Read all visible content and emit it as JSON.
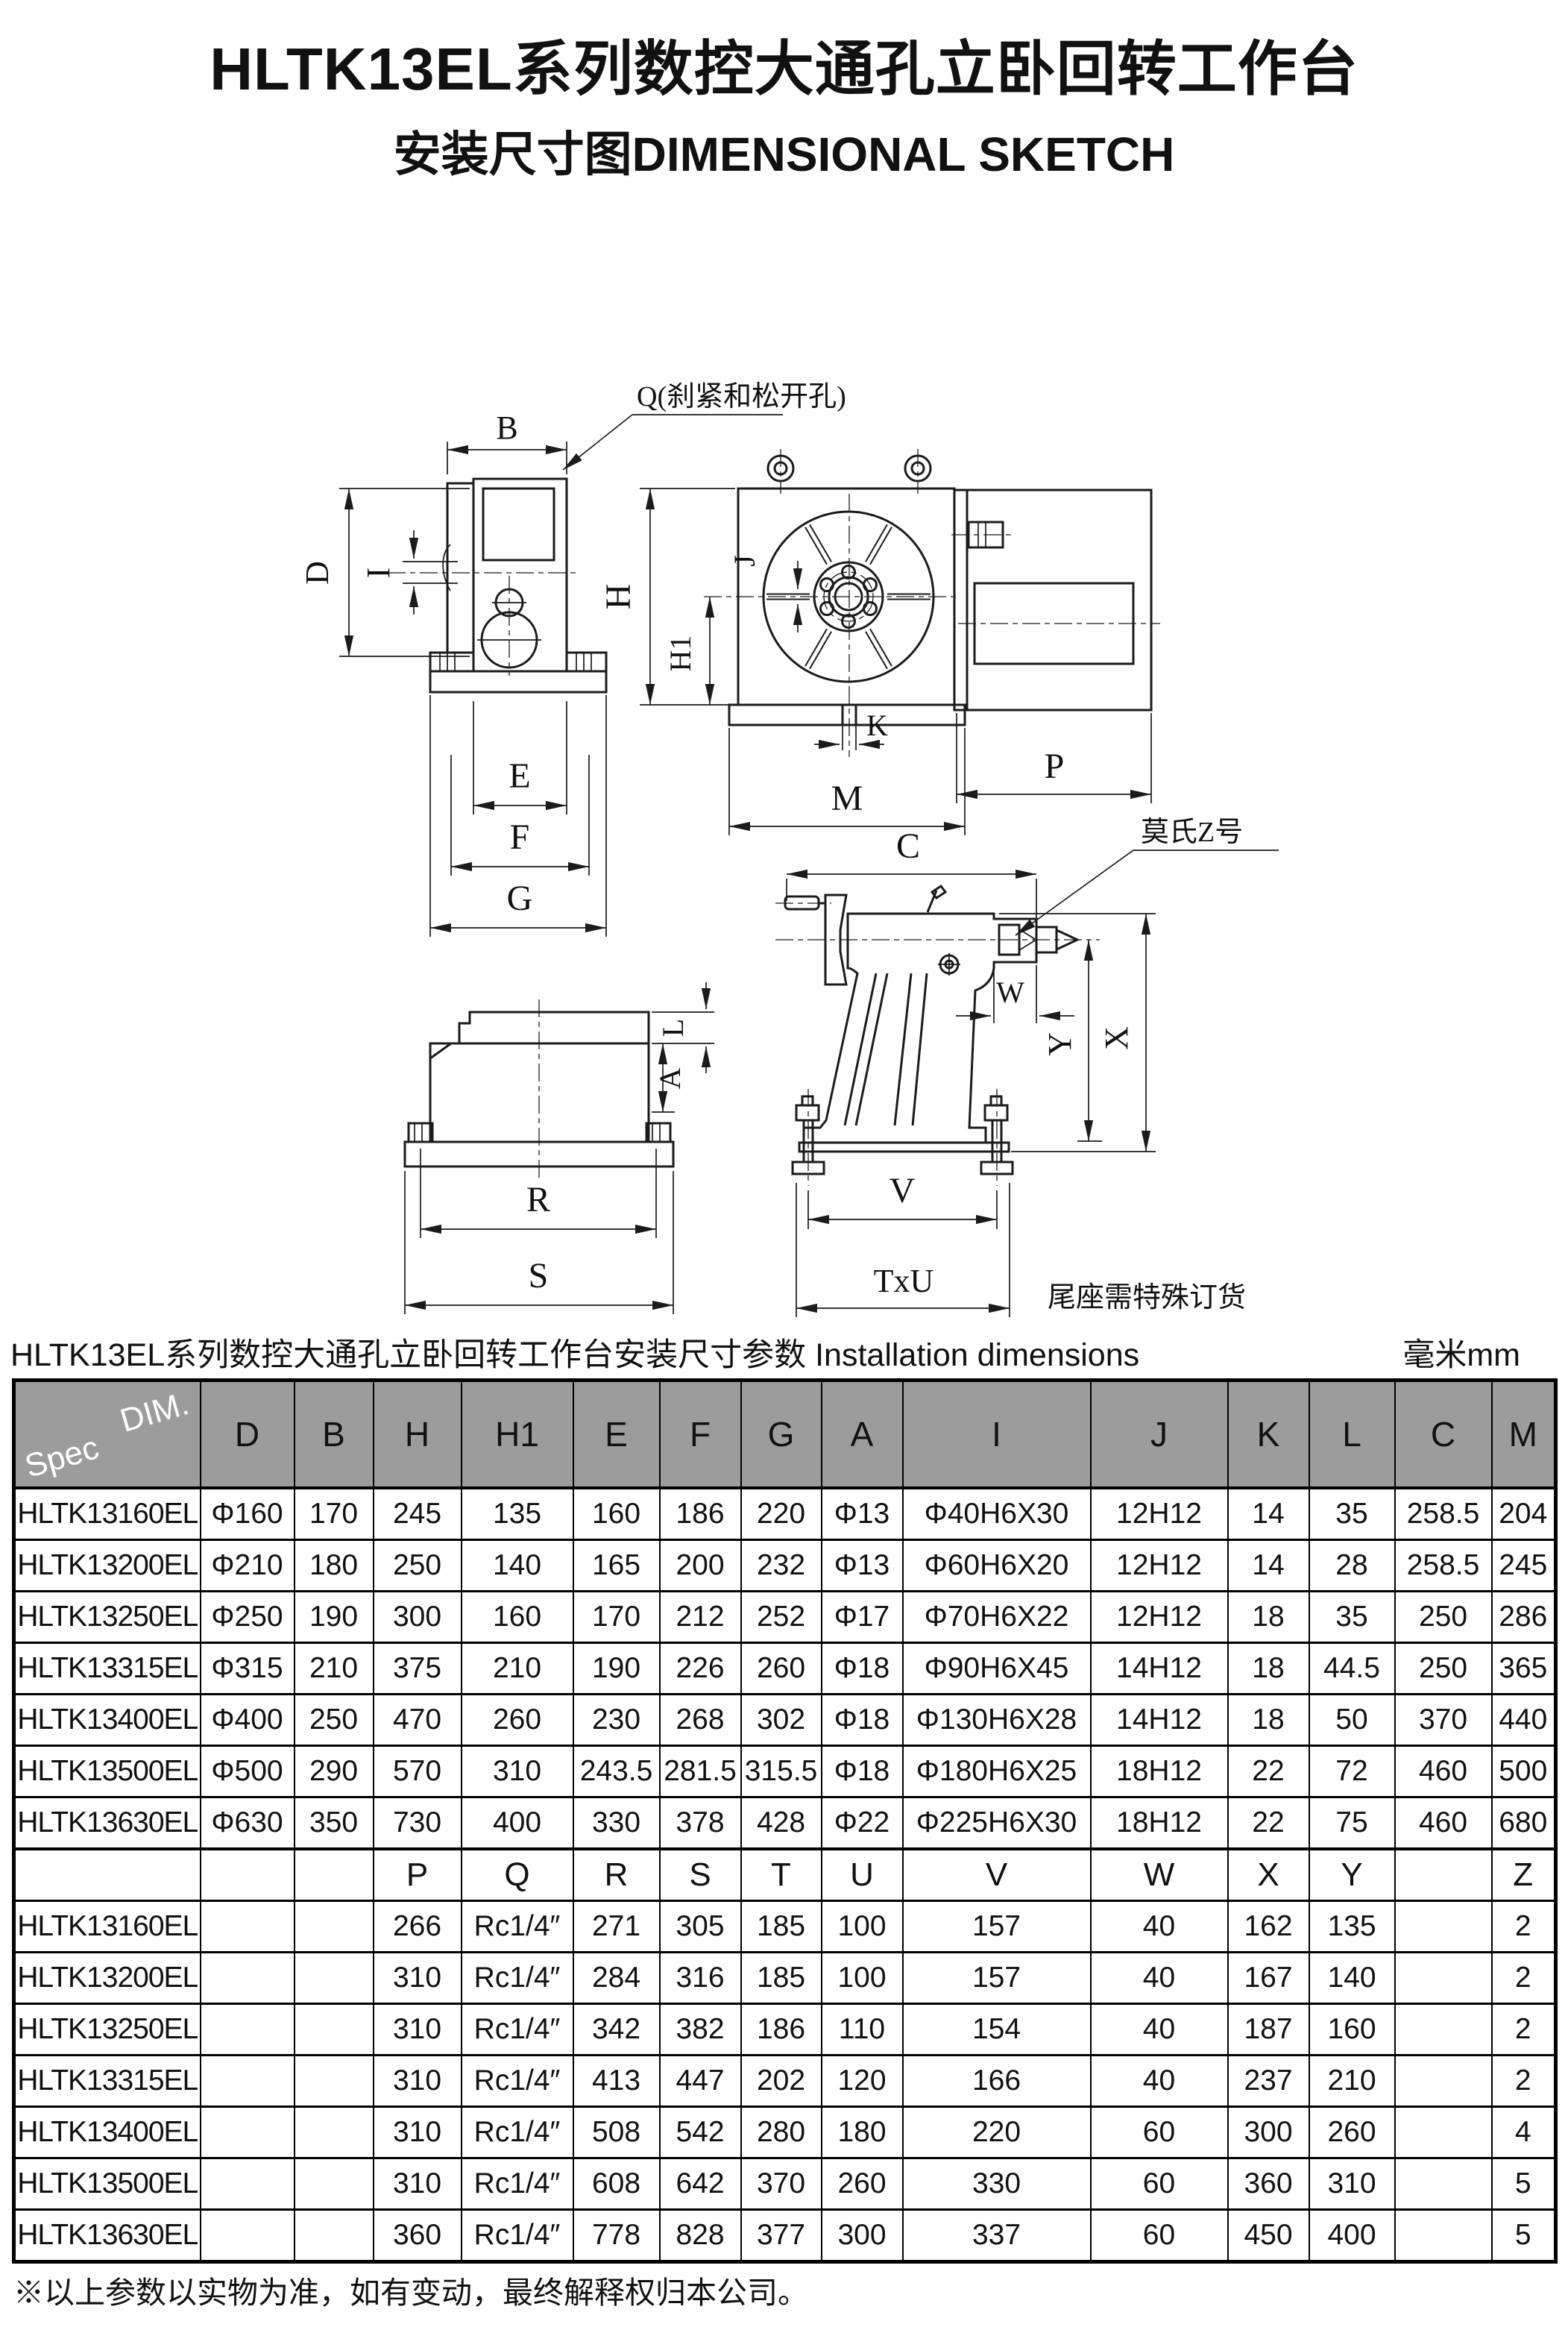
{
  "page": {
    "title": "HLTK13EL系列数控大通孔立卧回转工作台",
    "subtitle": "安装尺寸图DIMENSIONAL SKETCH",
    "footnote": "※以上参数以实物为准，如有变动，最终解释权归本公司。"
  },
  "drawing": {
    "annotations": {
      "q_hole": "Q(刹紧和松开孔)",
      "morse": "莫氏Z号",
      "tailstock_note": "尾座需特殊订货"
    },
    "dims": {
      "B": "B",
      "D": "D",
      "I": "I",
      "E": "E",
      "F": "F",
      "G": "G",
      "H": "H",
      "H1": "H1",
      "J": "J",
      "K": "K",
      "M": "M",
      "P": "P",
      "L": "L",
      "A": "A",
      "R": "R",
      "S": "S",
      "C": "C",
      "W": "W",
      "X": "X",
      "Y": "Y",
      "V": "V",
      "TxU": "TxU"
    }
  },
  "table": {
    "caption": "HLTK13EL系列数控大通孔立卧回转工作台安装尺寸参数 Installation dimensions",
    "unit": "毫米mm",
    "corner": {
      "top": "DIM.",
      "bottom": "Spec"
    },
    "header1": [
      "D",
      "B",
      "H",
      "H1",
      "E",
      "F",
      "G",
      "A",
      "I",
      "J",
      "K",
      "L",
      "C",
      "M"
    ],
    "rows1": [
      [
        "HLTK13160EL",
        "Φ160",
        "170",
        "245",
        "135",
        "160",
        "186",
        "220",
        "Φ13",
        "Φ40H6X30",
        "12H12",
        "14",
        "35",
        "258.5",
        "204"
      ],
      [
        "HLTK13200EL",
        "Φ210",
        "180",
        "250",
        "140",
        "165",
        "200",
        "232",
        "Φ13",
        "Φ60H6X20",
        "12H12",
        "14",
        "28",
        "258.5",
        "245"
      ],
      [
        "HLTK13250EL",
        "Φ250",
        "190",
        "300",
        "160",
        "170",
        "212",
        "252",
        "Φ17",
        "Φ70H6X22",
        "12H12",
        "18",
        "35",
        "250",
        "286"
      ],
      [
        "HLTK13315EL",
        "Φ315",
        "210",
        "375",
        "210",
        "190",
        "226",
        "260",
        "Φ18",
        "Φ90H6X45",
        "14H12",
        "18",
        "44.5",
        "250",
        "365"
      ],
      [
        "HLTK13400EL",
        "Φ400",
        "250",
        "470",
        "260",
        "230",
        "268",
        "302",
        "Φ18",
        "Φ130H6X28",
        "14H12",
        "18",
        "50",
        "370",
        "440"
      ],
      [
        "HLTK13500EL",
        "Φ500",
        "290",
        "570",
        "310",
        "243.5",
        "281.5",
        "315.5",
        "Φ18",
        "Φ180H6X25",
        "18H12",
        "22",
        "72",
        "460",
        "500"
      ],
      [
        "HLTK13630EL",
        "Φ630",
        "350",
        "730",
        "400",
        "330",
        "378",
        "428",
        "Φ22",
        "Φ225H6X30",
        "18H12",
        "22",
        "75",
        "460",
        "680"
      ]
    ],
    "header2": [
      "",
      "",
      "",
      "P",
      "Q",
      "R",
      "S",
      "T",
      "U",
      "V",
      "W",
      "X",
      "Y",
      "",
      "Z"
    ],
    "rows2": [
      [
        "HLTK13160EL",
        "",
        "",
        "266",
        "Rc1/4″",
        "271",
        "305",
        "185",
        "100",
        "157",
        "40",
        "162",
        "135",
        "",
        "2"
      ],
      [
        "HLTK13200EL",
        "",
        "",
        "310",
        "Rc1/4″",
        "284",
        "316",
        "185",
        "100",
        "157",
        "40",
        "167",
        "140",
        "",
        "2"
      ],
      [
        "HLTK13250EL",
        "",
        "",
        "310",
        "Rc1/4″",
        "342",
        "382",
        "186",
        "110",
        "154",
        "40",
        "187",
        "160",
        "",
        "2"
      ],
      [
        "HLTK13315EL",
        "",
        "",
        "310",
        "Rc1/4″",
        "413",
        "447",
        "202",
        "120",
        "166",
        "40",
        "237",
        "210",
        "",
        "2"
      ],
      [
        "HLTK13400EL",
        "",
        "",
        "310",
        "Rc1/4″",
        "508",
        "542",
        "280",
        "180",
        "220",
        "60",
        "300",
        "260",
        "",
        "4"
      ],
      [
        "HLTK13500EL",
        "",
        "",
        "310",
        "Rc1/4″",
        "608",
        "642",
        "370",
        "260",
        "330",
        "60",
        "360",
        "310",
        "",
        "5"
      ],
      [
        "HLTK13630EL",
        "",
        "",
        "360",
        "Rc1/4″",
        "778",
        "828",
        "377",
        "300",
        "337",
        "60",
        "450",
        "400",
        "",
        "5"
      ]
    ]
  }
}
